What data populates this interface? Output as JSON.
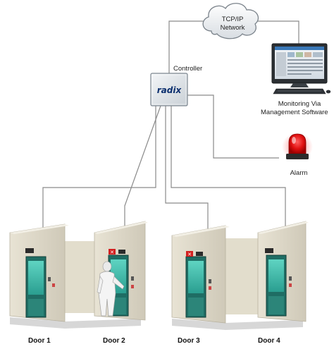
{
  "network": {
    "label_line1": "TCP/IP",
    "label_line2": "Network"
  },
  "controller": {
    "label": "Controller",
    "brand": "radix"
  },
  "monitor": {
    "label_line1": "Monitoring Via",
    "label_line2": "Management Software"
  },
  "alarm": {
    "label": "Alarm"
  },
  "doors": [
    {
      "label": "Door 1"
    },
    {
      "label": "Door 2"
    },
    {
      "label": "Door 3"
    },
    {
      "label": "Door 4"
    }
  ],
  "colors": {
    "wire": "#8a8a8a",
    "door_glass": "#3fb8a8",
    "wall": "#ddd8c8",
    "alarm_red": "#e01010"
  }
}
